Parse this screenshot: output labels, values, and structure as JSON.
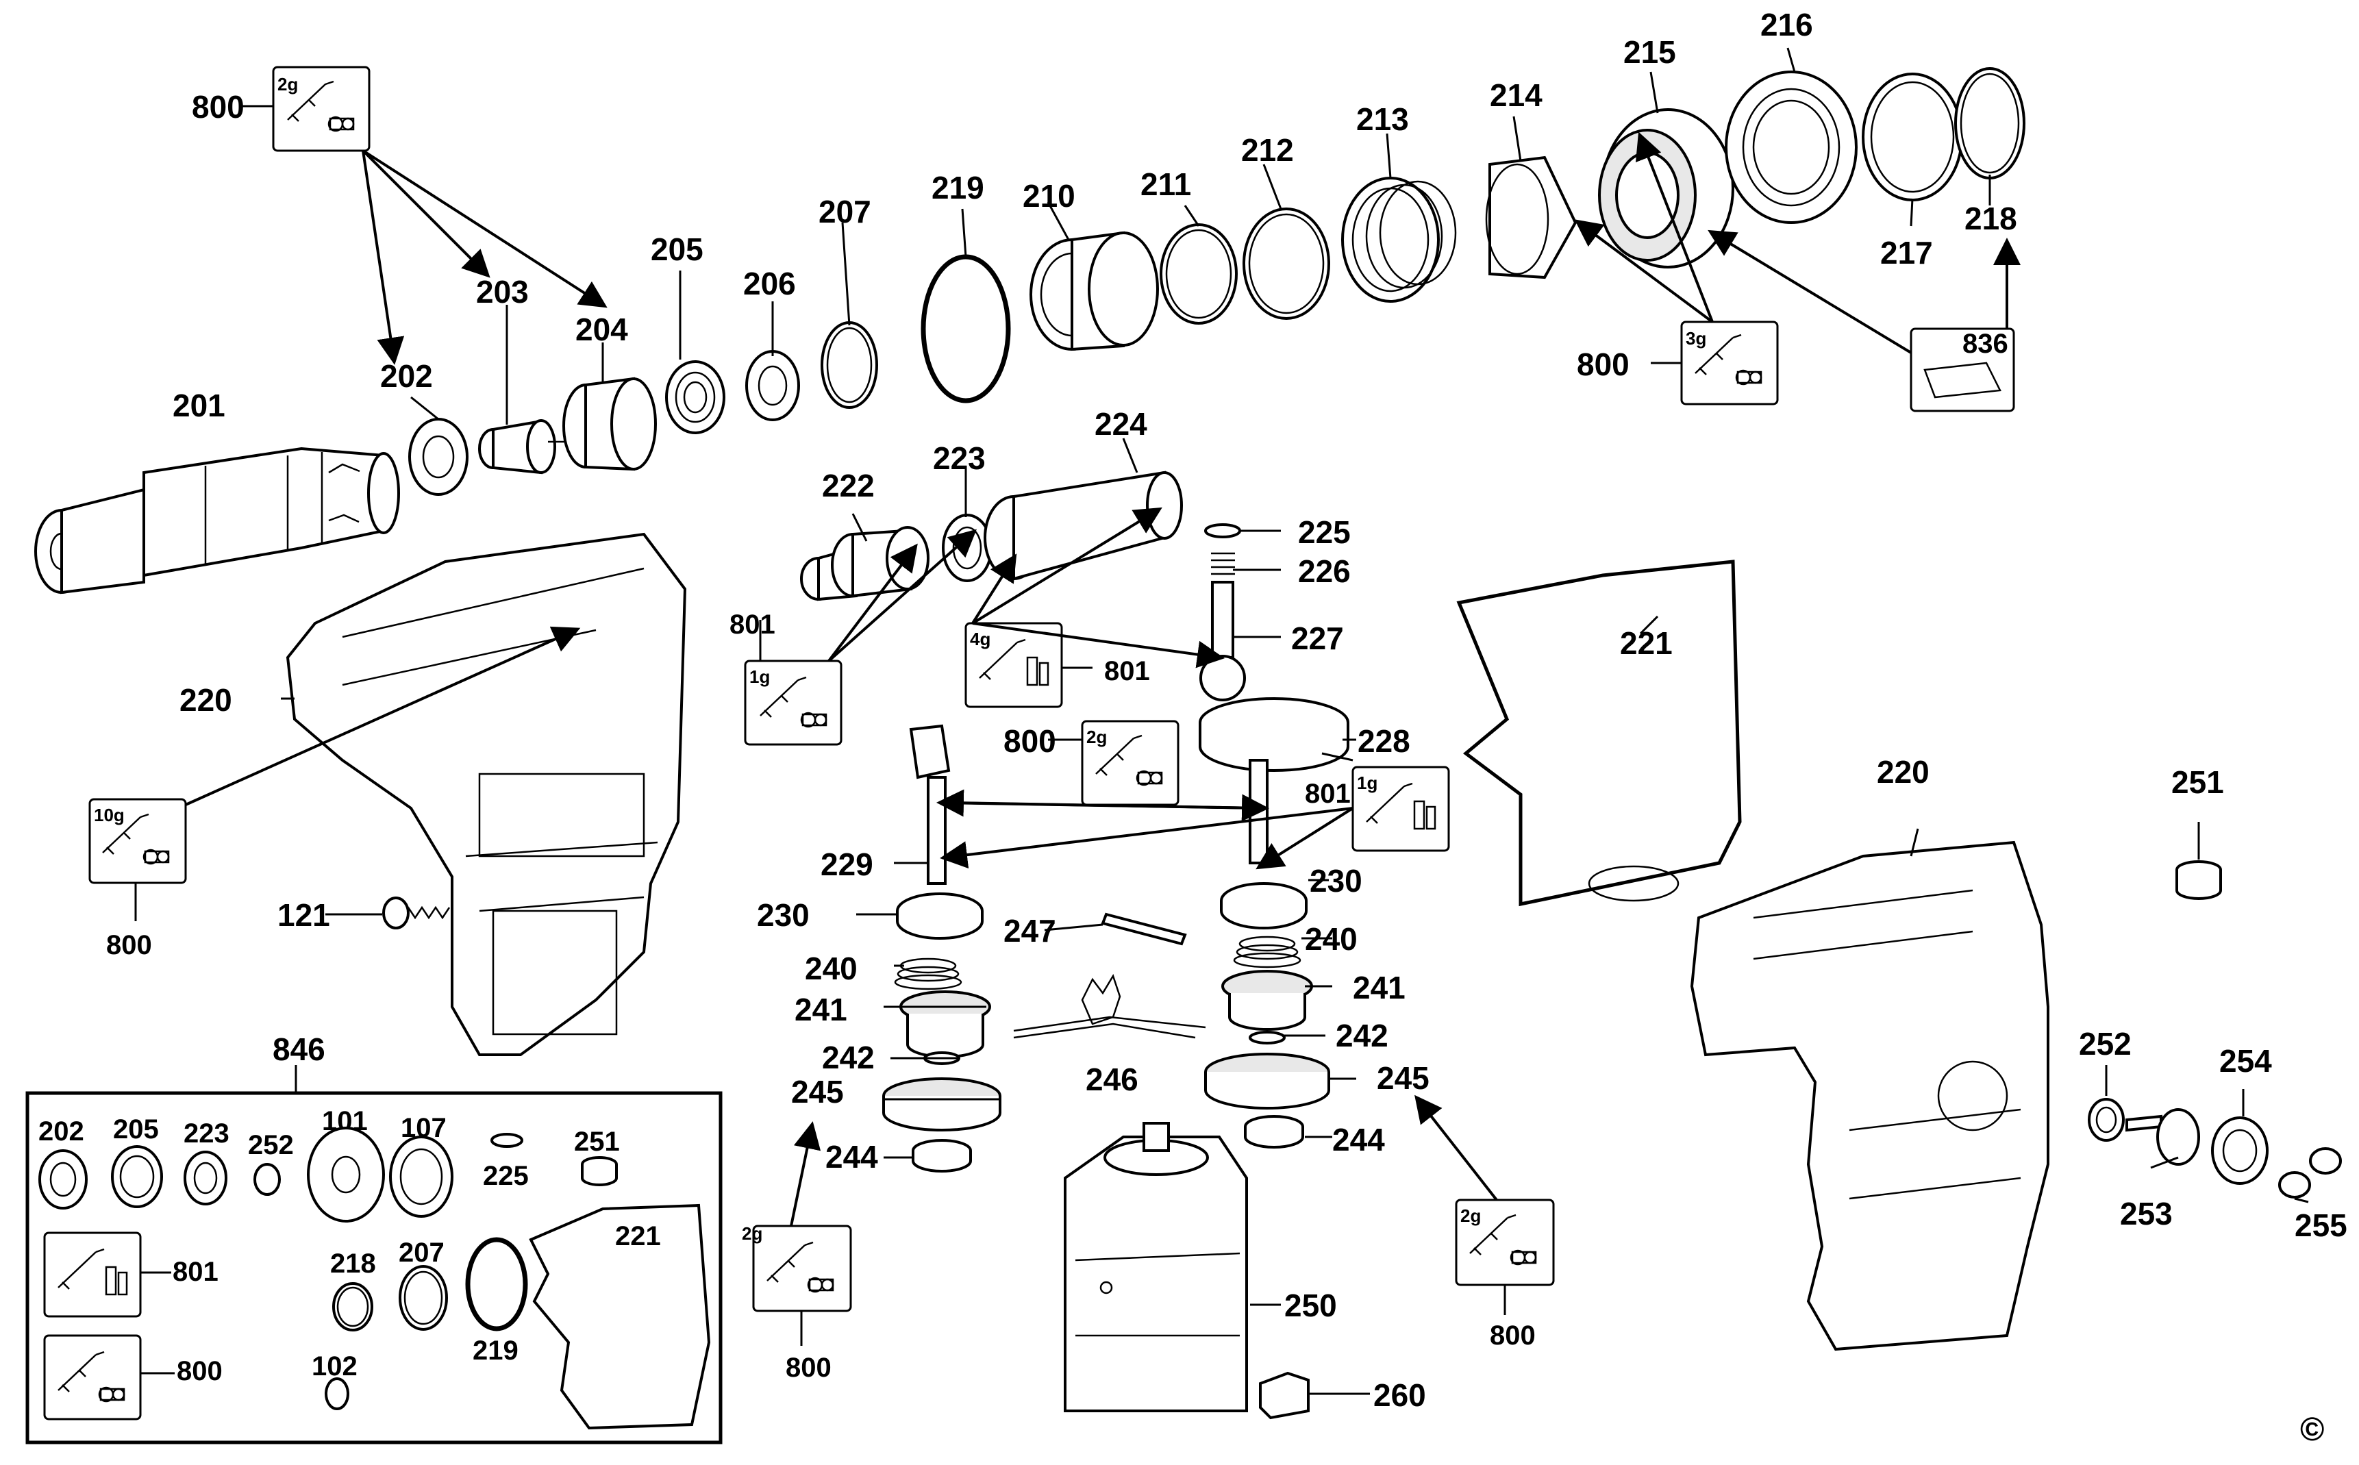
{
  "copyright_symbol": "©",
  "kit_846_title": "846",
  "labels": {
    "p201": "201",
    "p202": "202",
    "p203": "203",
    "p204": "204",
    "p205": "205",
    "p206": "206",
    "p207": "207",
    "p219": "219",
    "p210": "210",
    "p211": "211",
    "p212": "212",
    "p213": "213",
    "p214": "214",
    "p215": "215",
    "p216": "216",
    "p217": "217",
    "p218": "218",
    "p800_tl": "800",
    "p800_tr": "800",
    "p836": "836",
    "p222": "222",
    "p223": "223",
    "p224": "224",
    "p225": "225",
    "p226": "226",
    "p227": "227",
    "p221": "221",
    "p801_a": "801",
    "p801_b": "801",
    "p801_c": "801",
    "p220_l": "220",
    "p220_r": "220",
    "p800_l": "800",
    "p800_m": "800",
    "p228": "228",
    "p229": "229",
    "p230_l": "230",
    "p230_r": "230",
    "p247": "247",
    "p121": "121",
    "p240_l": "240",
    "p240_r": "240",
    "p241_l": "241",
    "p241_r": "241",
    "p242_l": "242",
    "p242_r": "242",
    "p246": "246",
    "p245_l": "245",
    "p245_r": "245",
    "p244_l": "244",
    "p244_r": "244",
    "p250": "250",
    "p260": "260",
    "p800_bl": "800",
    "p800_br": "800",
    "p251": "251",
    "p252": "252",
    "p253": "253",
    "p254": "254",
    "p255": "255"
  },
  "kit_labels": {
    "k202": "202",
    "k205": "205",
    "k223": "223",
    "k252": "252",
    "k101": "101",
    "k107": "107",
    "k225": "225",
    "k251": "251",
    "k221": "221",
    "k801": "801",
    "k218": "218",
    "k207": "207",
    "k219": "219",
    "k800": "800",
    "k102": "102"
  },
  "grease": {
    "g_tl": "2g",
    "g_tr": "3g",
    "g_1a": "1g",
    "g_4": "4g",
    "g_2m": "2g",
    "g_1b": "1g",
    "g_10": "10g",
    "g_2bl": "2g",
    "g_2br": "2g"
  }
}
